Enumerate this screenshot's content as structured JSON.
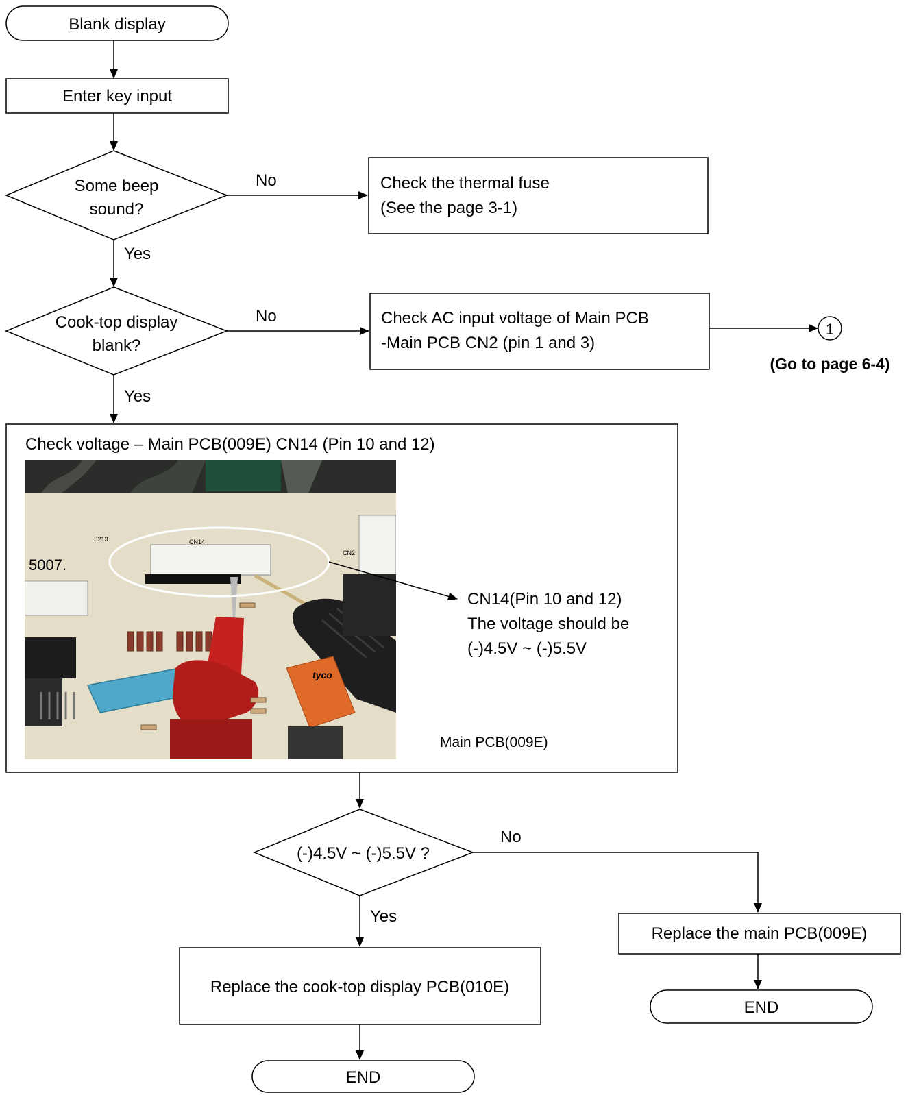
{
  "flowchart": {
    "start_label": "Blank display",
    "step1_label": "Enter key input",
    "decision1": {
      "line1": "Some beep",
      "line2": "sound?"
    },
    "decision1_no_label": "No",
    "decision1_yes_label": "Yes",
    "action_thermal": {
      "line1": "Check the thermal fuse",
      "line2": "(See the page 3-1)"
    },
    "decision2": {
      "line1": "Cook-top display",
      "line2": "blank?"
    },
    "decision2_no_label": "No",
    "decision2_yes_label": "Yes",
    "action_ac": {
      "line1": "Check AC input voltage  of Main PCB",
      "line2": "-Main PCB CN2 (pin 1 and 3)"
    },
    "connector_number": "1",
    "goto_label": "(Go to page 6-4)",
    "check_box": {
      "title": "Check voltage – Main PCB(009E) CN14 (Pin 10 and 12)",
      "callout_line1": "CN14(Pin 10 and 12)",
      "callout_line2": "The voltage should be",
      "callout_line3": "(-)4.5V ~ (-)5.5V",
      "caption": "Main PCB(009E)"
    },
    "photo_labels": {
      "cn14": "CN14",
      "j213": "J213",
      "display_digits": "5007.",
      "cn2": "CN2",
      "tyco": "tyco"
    },
    "decision3_label": "(-)4.5V ~ (-)5.5V ?",
    "decision3_no_label": "No",
    "decision3_yes_label": "Yes",
    "replace_display_label": "Replace the cook-top display PCB(010E)",
    "replace_main_label": "Replace the main PCB(009E)",
    "end_left_label": "END",
    "end_right_label": "END"
  }
}
